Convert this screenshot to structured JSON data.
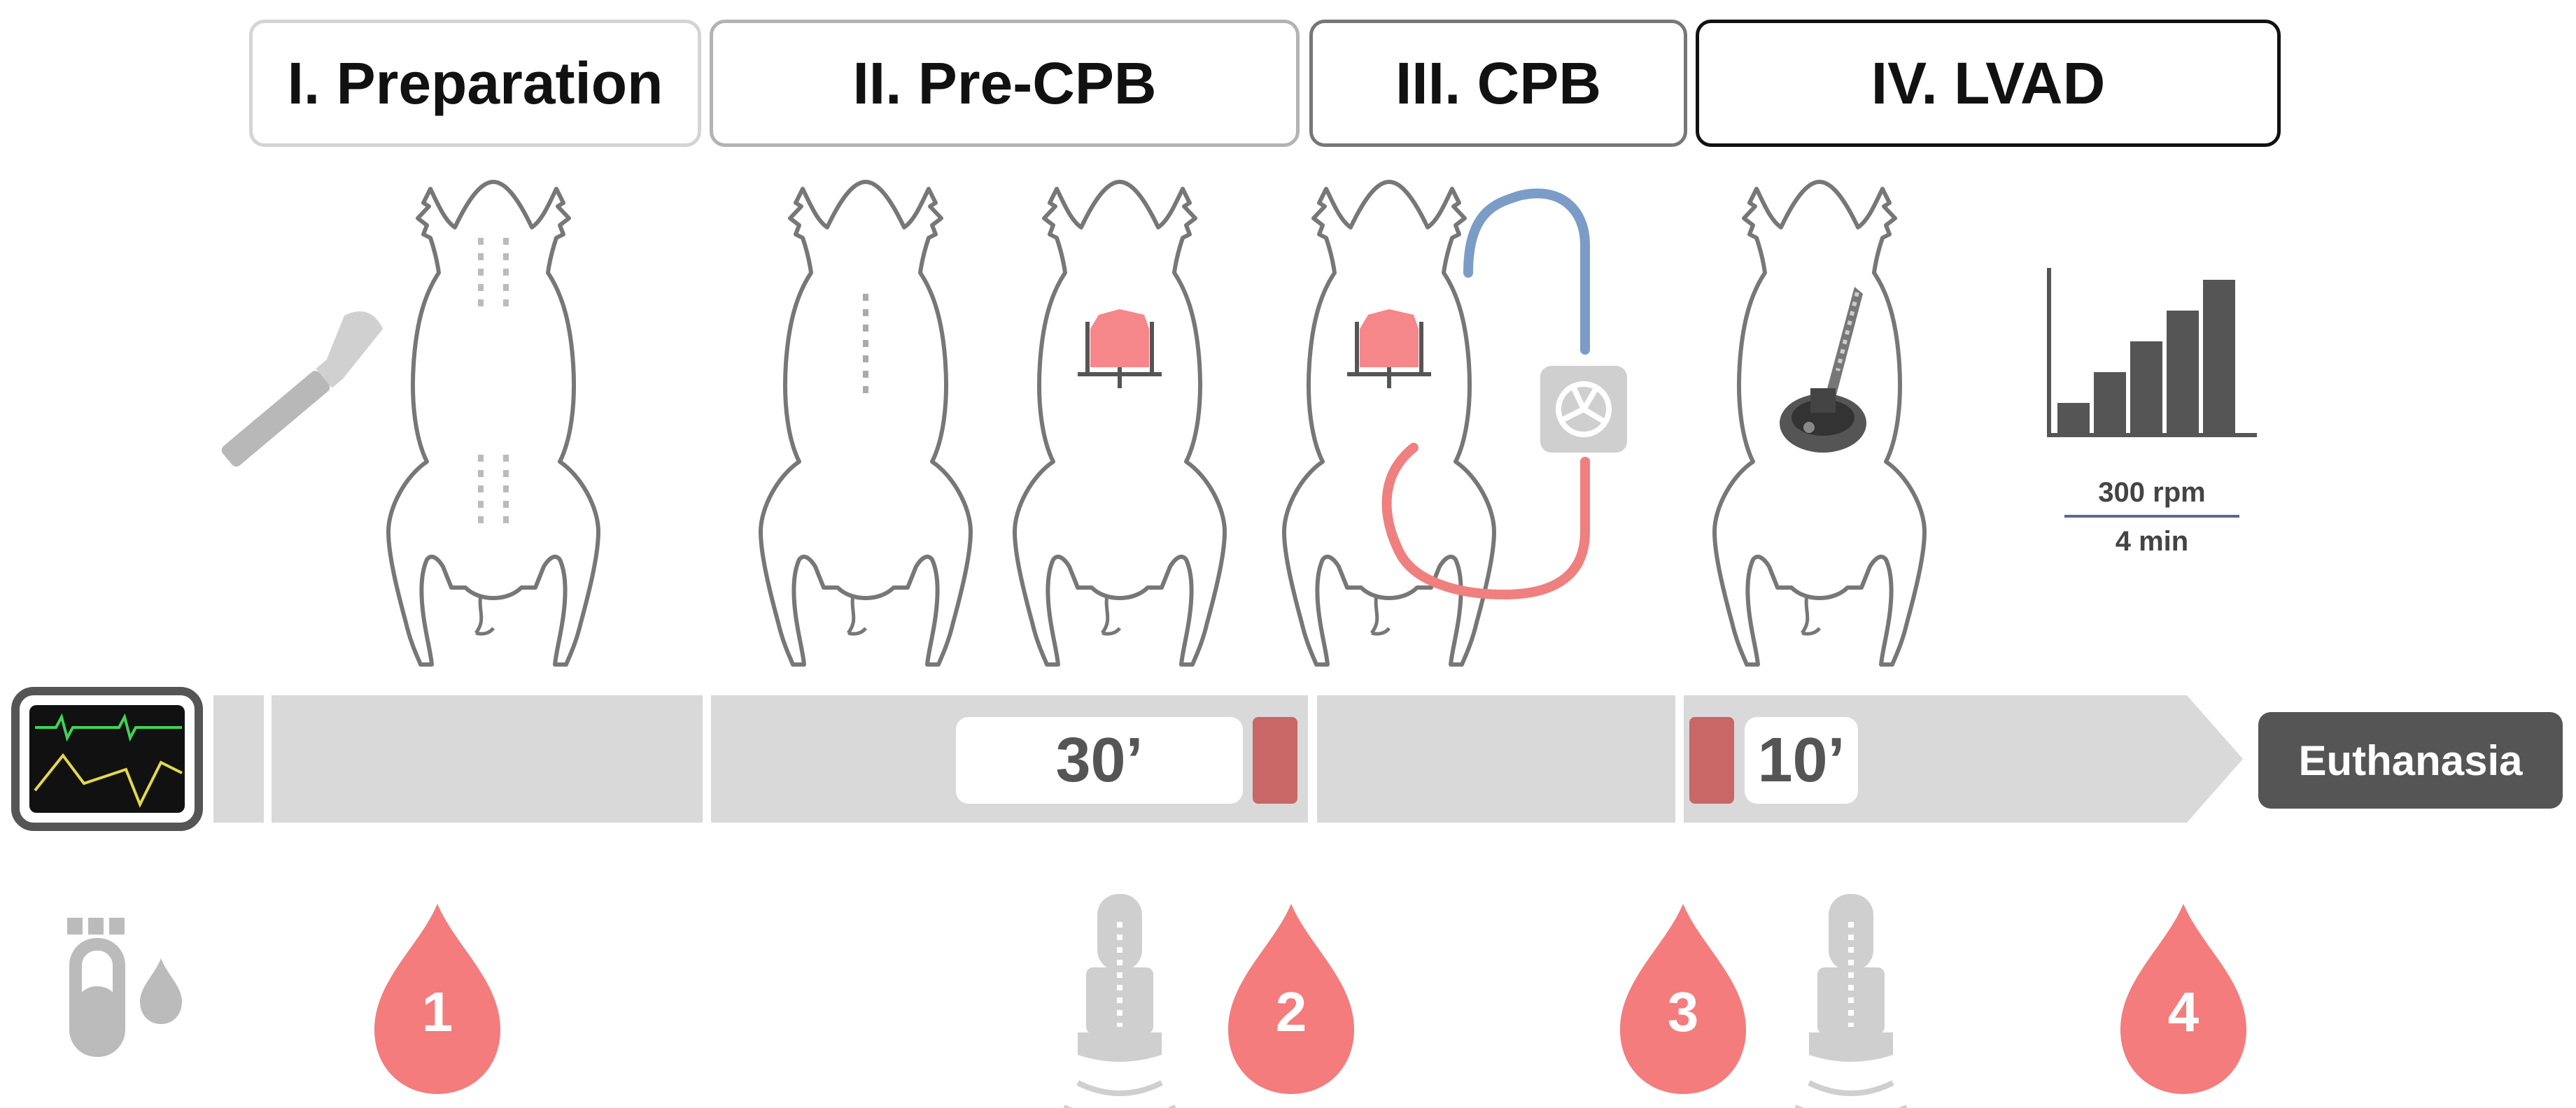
{
  "phases": [
    {
      "label": "I. Preparation"
    },
    {
      "label": "II. Pre-CPB"
    },
    {
      "label": "III. CPB"
    },
    {
      "label": "IV. LVAD"
    }
  ],
  "timeline": {
    "wait_1": "30’",
    "wait_2": "10’",
    "end_label": "Euthanasia"
  },
  "pump_ramp": {
    "rate": "300 rpm",
    "interval": "4 min",
    "steps": [
      1,
      2,
      3,
      4,
      5
    ]
  },
  "samples": [
    "1",
    "2",
    "3",
    "4"
  ],
  "colors": {
    "tube_blue": "#7b9cc7",
    "tube_red": "#f07f7f",
    "blood_drop": "#f47c7c",
    "heart": "#f5868a",
    "timeline": "#d9d9d9",
    "marker": "#c96666",
    "dark_gray": "#555555"
  }
}
